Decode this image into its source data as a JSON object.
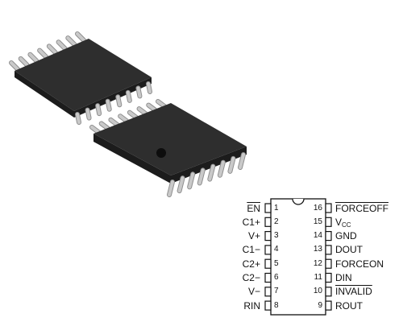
{
  "pinout": {
    "left_pins": [
      {
        "num": "1",
        "name": "EN",
        "overline": true
      },
      {
        "num": "2",
        "name": "C1+",
        "overline": false
      },
      {
        "num": "3",
        "name": "V+",
        "overline": false
      },
      {
        "num": "4",
        "name": "C1−",
        "overline": false
      },
      {
        "num": "5",
        "name": "C2+",
        "overline": false
      },
      {
        "num": "6",
        "name": "C2−",
        "overline": false
      },
      {
        "num": "7",
        "name": "V−",
        "overline": false
      },
      {
        "num": "8",
        "name": "RIN",
        "overline": false
      }
    ],
    "right_pins": [
      {
        "num": "16",
        "name": "FORCEOFF",
        "overline": true
      },
      {
        "num": "15",
        "name": "V",
        "sub": "CC",
        "overline": false
      },
      {
        "num": "14",
        "name": "GND",
        "overline": false
      },
      {
        "num": "13",
        "name": "DOUT",
        "overline": false
      },
      {
        "num": "12",
        "name": "FORCEON",
        "overline": false
      },
      {
        "num": "11",
        "name": "DIN",
        "overline": false
      },
      {
        "num": "10",
        "name": "INVALID",
        "overline": true
      },
      {
        "num": "9",
        "name": "ROUT",
        "overline": false
      }
    ]
  },
  "colors": {
    "package_top": "#2b2b2b",
    "package_side": "#1a1a1a",
    "lead": "#c9c9c9",
    "lead_shadow": "#8e8e8e"
  }
}
